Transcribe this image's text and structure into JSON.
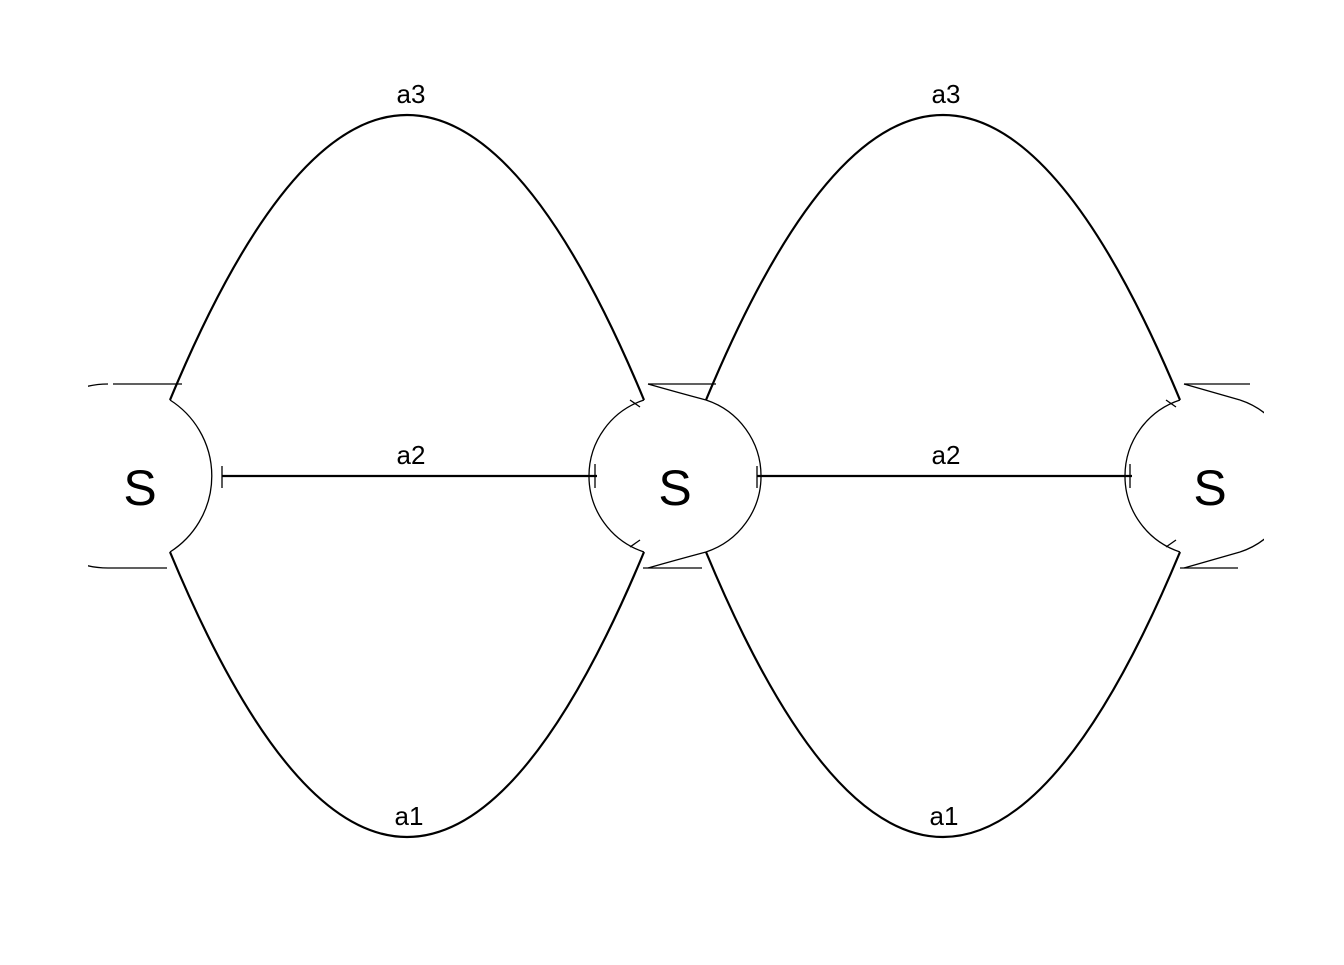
{
  "nodes": [
    {
      "id": "n1",
      "label": "S"
    },
    {
      "id": "n2",
      "label": "S"
    },
    {
      "id": "n3",
      "label": "S"
    }
  ],
  "edges": [
    {
      "from": "n1",
      "to": "n2",
      "label": "a3",
      "kind": "upper-arc"
    },
    {
      "from": "n1",
      "to": "n2",
      "label": "a2",
      "kind": "straight"
    },
    {
      "from": "n1",
      "to": "n2",
      "label": "a1",
      "kind": "lower-arc"
    },
    {
      "from": "n2",
      "to": "n3",
      "label": "a3",
      "kind": "upper-arc"
    },
    {
      "from": "n2",
      "to": "n3",
      "label": "a2",
      "kind": "straight"
    },
    {
      "from": "n2",
      "to": "n3",
      "label": "a1",
      "kind": "lower-arc"
    }
  ]
}
